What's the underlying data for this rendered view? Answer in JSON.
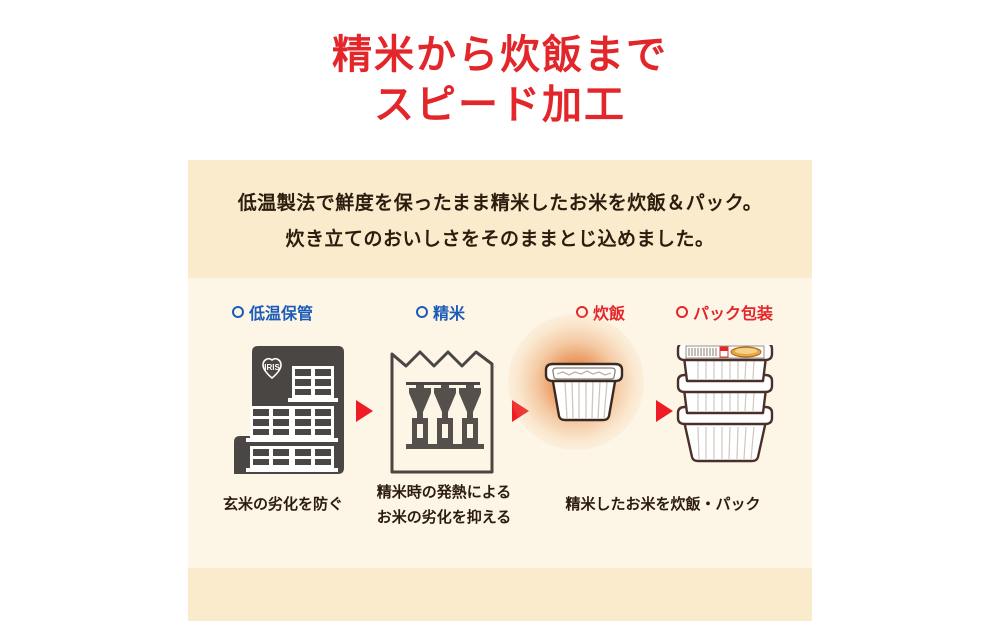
{
  "title": {
    "line1": "精米から炊飯まで",
    "line2": "スピード加工",
    "color": "#E3262A"
  },
  "panel": {
    "lead_line1": "低温製法で鮮度を保ったまま精米したお米を炊飯＆パック。",
    "lead_line2": "炊き立てのおいしさをそのままとじ込めました。",
    "band_color": "#F9EBCC",
    "body_color": "#FDF6E7",
    "text_color": "#2B1C0E"
  },
  "steps": [
    {
      "marker": "circle-outline-icon",
      "label": "低温保管",
      "label_color": "#1C5CB8",
      "icon": "warehouse-building-icon",
      "caption_line1": "玄米の劣化を防ぐ",
      "caption_line2": ""
    },
    {
      "marker": "circle-outline-icon",
      "label": "精米",
      "label_color": "#1C5CB8",
      "icon": "rice-milling-factory-icon",
      "caption_line1": "精米時の発熱による",
      "caption_line2": "お米の劣化を抑える"
    },
    {
      "marker": "circle-outline-icon",
      "label": "炊飯",
      "label_color": "#E3262A",
      "icon": "cooked-rice-tray-icon",
      "caption_line1": "精米したお米を炊飯・パック",
      "caption_line2": ""
    },
    {
      "marker": "circle-outline-icon",
      "label": "パック包装",
      "label_color": "#E3262A",
      "icon": "stacked-rice-packs-icon",
      "caption_line1": "",
      "caption_line2": ""
    }
  ],
  "arrows": {
    "glyph": "arrow-right-icon",
    "color": "#EE1C24",
    "count": 3
  },
  "brand": {
    "logo": "iris-heart-logo-icon"
  }
}
